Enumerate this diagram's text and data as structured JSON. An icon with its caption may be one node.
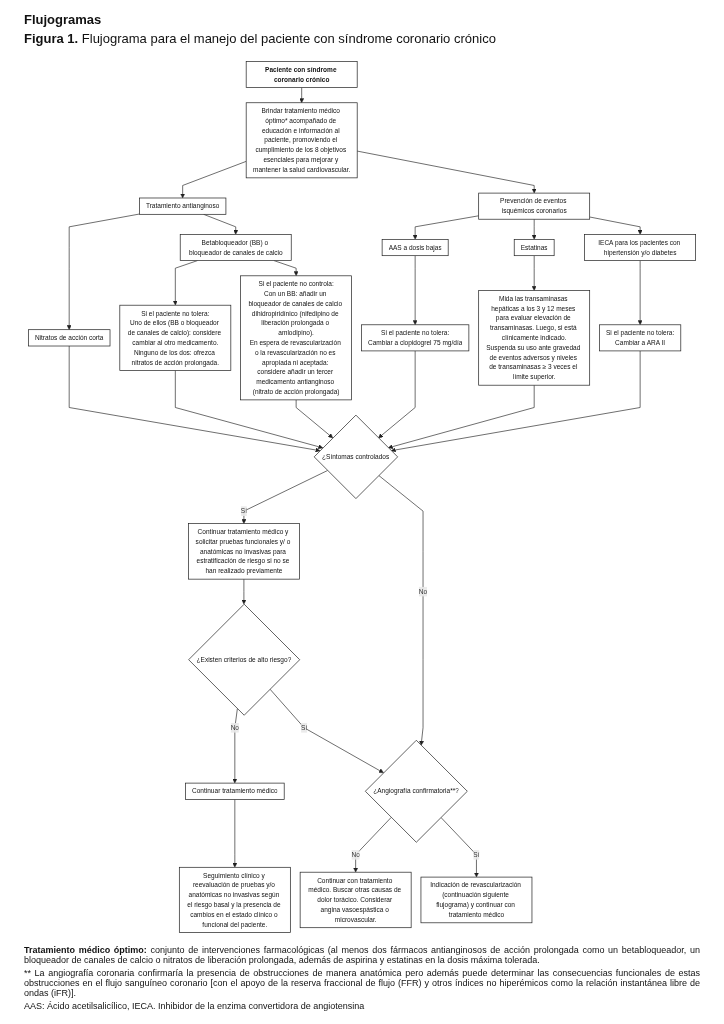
{
  "diagram": {
    "title": "**Figura 1.** Flujograma para el manejo del paciente con síndrome coronario crónico",
    "nodes": [
      {
        "text": [
          "Paciente con síndrome coronario crónico"
        ]
      },
      {
        "text": [
          "Brindar tratamiento médico óptimo* acompañado de educación e información al paciente, promoviendo el cumplimiento de los 8 objetivos esenciales para mejorar y mantener la salud cardiovascular."
        ]
      },
      {
        "text": [
          "Tratamiento antianginoso"
        ]
      },
      {
        "text": [
          "Prevención de eventos isquémicos coronarios"
        ]
      },
      {
        "text": [
          "Nitratos de acción corta"
        ]
      },
      {
        "text": [
          "Betabloqueador (BB) o bloqueador de canales de calcio"
        ]
      },
      {
        "text": [
          "Si el paciente no tolera:",
          "Uno de ellos (BB o bloqueador de canales de calcio): considere cambiar al otro medicamento.",
          "Ninguno de los dos: ofrezca nitratos de acción prolongada."
        ]
      },
      {
        "text": [
          "Si el paciente no controla:",
          "Con un BB: añadir un bloqueador de canales de calcio dihidropiridínico (nifedipino de liberación prolongada o amlodipino).",
          "En espera de revascularización o la revascularización no es apropiada ni aceptada: considere añadir un tercer medicamento antianginoso (nitrato de acción prolongada)"
        ]
      },
      {
        "text": [
          "AAS a dosis bajas"
        ]
      },
      {
        "text": [
          "Estatinas"
        ]
      },
      {
        "text": [
          "IECA para los pacientes con hipertensión y/o diabetes"
        ]
      },
      {
        "text": [
          "Si el paciente no tolera:",
          "Cambiar a clopidogrel 75 mg/día"
        ]
      },
      {
        "text": [
          "Mida las transaminasas hepáticas a los 3 y 12 meses para evaluar elevación de transaminasas. Luego, si está clínicamente indicado.",
          "Suspenda su uso ante gravedad de eventos adversos y niveles de transaminasas ≥ 3 veces el límite superior."
        ]
      },
      {
        "text": [
          "Si el paciente no tolera:",
          "Cambiar a ARA II"
        ]
      },
      {
        "text": [
          "¿Síntomas controlados"
        ]
      },
      {
        "text": [
          "Continuar tratamiento médico y solicitar pruebas funcionales y/ o anatómicas no invasivas para estratificación de riesgo si no se han realizado previamente"
        ]
      },
      {
        "text": [
          "¿Existen criterios de alto riesgo?"
        ]
      },
      {
        "text": [
          "Continuar tratamiento médico"
        ]
      },
      {
        "text": [
          "Seguimiento clínico y reevaluación de pruebas y/o anatómicas no invasivas según el riesgo basal y la presencia de cambios en el estado clínico o funcional del paciente."
        ]
      },
      {
        "text": [
          "¿Angiografía confirmatoria**?"
        ]
      },
      {
        "text": [
          "Continuar con tratamiento médico. Buscar otras causas de dolor torácico. Considerar angina vasoespástica o microvascular."
        ]
      },
      {
        "text": [
          "Indicación de revascularización (continuación siguiente flujograma) y continuar con tratamiento médico"
        ]
      }
    ],
    "edges": [
      {
        "from": 0,
        "to": 1,
        "arrow": "to"
      },
      {
        "from": 1,
        "to": 2,
        "arrow": "to"
      },
      {
        "from": 1,
        "to": 3,
        "arrow": "to"
      },
      {
        "from": 2,
        "to": 4,
        "arrow": "to"
      },
      {
        "from": 2,
        "to": 5,
        "arrow": "to"
      },
      {
        "from": 5,
        "to": 6,
        "arrow": "to"
      },
      {
        "from": 5,
        "to": 7,
        "arrow": "to"
      },
      {
        "from": 3,
        "to": 8,
        "arrow": "to"
      },
      {
        "from": 3,
        "to": 9,
        "arrow": "to"
      },
      {
        "from": 3,
        "to": 10,
        "arrow": "to"
      },
      {
        "from": 8,
        "to": 11,
        "arrow": "to"
      },
      {
        "from": 9,
        "to": 12,
        "arrow": "to"
      },
      {
        "from": 10,
        "to": 13,
        "arrow": "to"
      },
      {
        "from": 4,
        "to": 14,
        "arrow": "to"
      },
      {
        "from": 6,
        "to": 14,
        "arrow": "to"
      },
      {
        "from": 7,
        "to": 14,
        "arrow": "to"
      },
      {
        "from": 11,
        "to": 14,
        "arrow": "to"
      },
      {
        "from": 12,
        "to": 14,
        "arrow": "to"
      },
      {
        "from": 13,
        "to": 14,
        "arrow": "to"
      },
      {
        "from": 14,
        "to": 15,
        "label": "Sí",
        "arrow": "to"
      },
      {
        "from": 14,
        "to": 19,
        "label": "No",
        "arrow": "to"
      },
      {
        "from": 15,
        "to": 16,
        "arrow": "to"
      },
      {
        "from": 16,
        "to": 17,
        "label": "No",
        "arrow": "to"
      },
      {
        "from": 16,
        "to": 19,
        "label": "Sí",
        "arrow": "to"
      },
      {
        "from": 17,
        "to": 18,
        "arrow": "to"
      },
      {
        "from": 19,
        "to": 20,
        "label": "No",
        "arrow": "to"
      },
      {
        "from": 19,
        "to": 21,
        "label": "Sí",
        "arrow": "to"
      }
    ],
    "labels": [
      "Flujogramas",
      "**Tratamiento médico óptimo:** conjunto de intervenciones farmacológicas (al menos dos fármacos antianginosos de acción prolongada como un betabloqueador, un bloqueador de canales de calcio o nitratos de liberación prolongada, además de aspirina y estatinas en la dosis máxima tolerada.",
      "** La angiografía coronaria confirmaría la presencia de obstrucciones de manera anatómica pero además puede determinar las consecuencias funcionales de estas obstrucciones en el flujo sanguíneo coronario [con el apoyo de la reserva fraccional de flujo (FFR) y otros índices no hiperémicos como la relación instantánea libre de ondas (iFR)].",
      "AAS: Ácido acetilsalicílico, IECA. Inhibidor de la enzima convertidora de angiotensina"
    ]
  }
}
